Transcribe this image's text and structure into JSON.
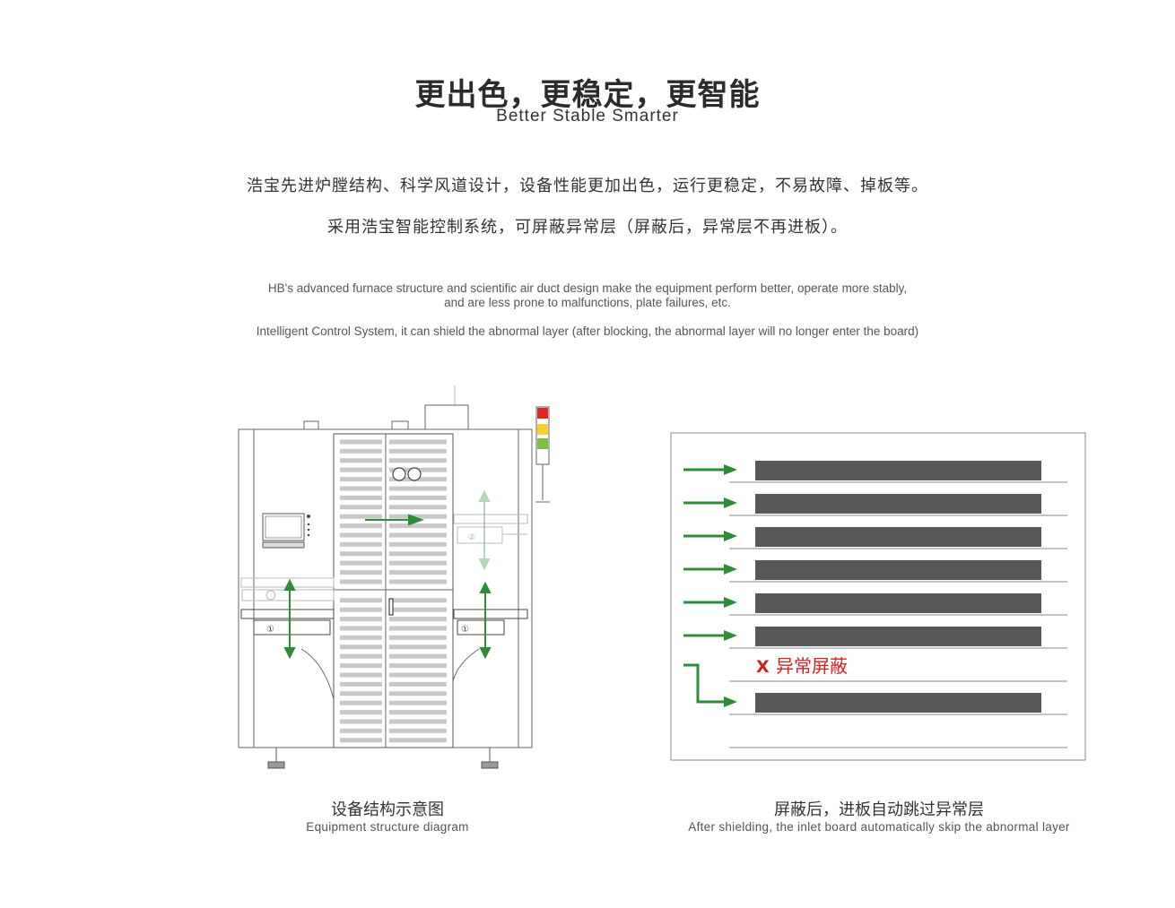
{
  "header": {
    "title": "更出色，更稳定，更智能",
    "subtitle": "Better Stable Smarter"
  },
  "intro": {
    "cn_line1": "浩宝先进炉膛结构、科学风道设计，设备性能更加出色，运行更稳定，不易故障、掉板等。",
    "cn_line2": "采用浩宝智能控制系统，可屏蔽异常层（屏蔽后，异常层不再进板）。",
    "en_line1a": "HB's advanced furnace structure and scientific air duct design make the equipment perform better, operate more stably,",
    "en_line1b": "and are less prone to malfunctions, plate failures, etc.",
    "en_line2": "Intelligent Control System, it can shield the abnormal layer (after blocking, the abnormal layer will no longer enter the board)"
  },
  "left_figure": {
    "caption_cn": "设备结构示意图",
    "caption_en": "Equipment structure diagram",
    "position_marker_1": "①",
    "position_marker_2": "②"
  },
  "right_figure": {
    "caption_cn": "屏蔽后，进板自动跳过异常层",
    "caption_en": "After shielding, the inlet board automatically skip the abnormal layer",
    "abnormal_mark": "X",
    "abnormal_label": "异常屏蔽",
    "layers": [
      {
        "status": "normal"
      },
      {
        "status": "normal"
      },
      {
        "status": "normal"
      },
      {
        "status": "normal"
      },
      {
        "status": "normal"
      },
      {
        "status": "normal"
      },
      {
        "status": "shielded"
      },
      {
        "status": "normal"
      },
      {
        "status": "empty"
      }
    ]
  },
  "colors": {
    "arrow_green": "#2e8b3a",
    "board_dark": "#58585a",
    "alert_red": "#d42020",
    "line_gray": "#888888",
    "tower_red": "#e02a1e",
    "tower_yellow": "#f1d22a",
    "tower_green": "#7fbf3f"
  }
}
